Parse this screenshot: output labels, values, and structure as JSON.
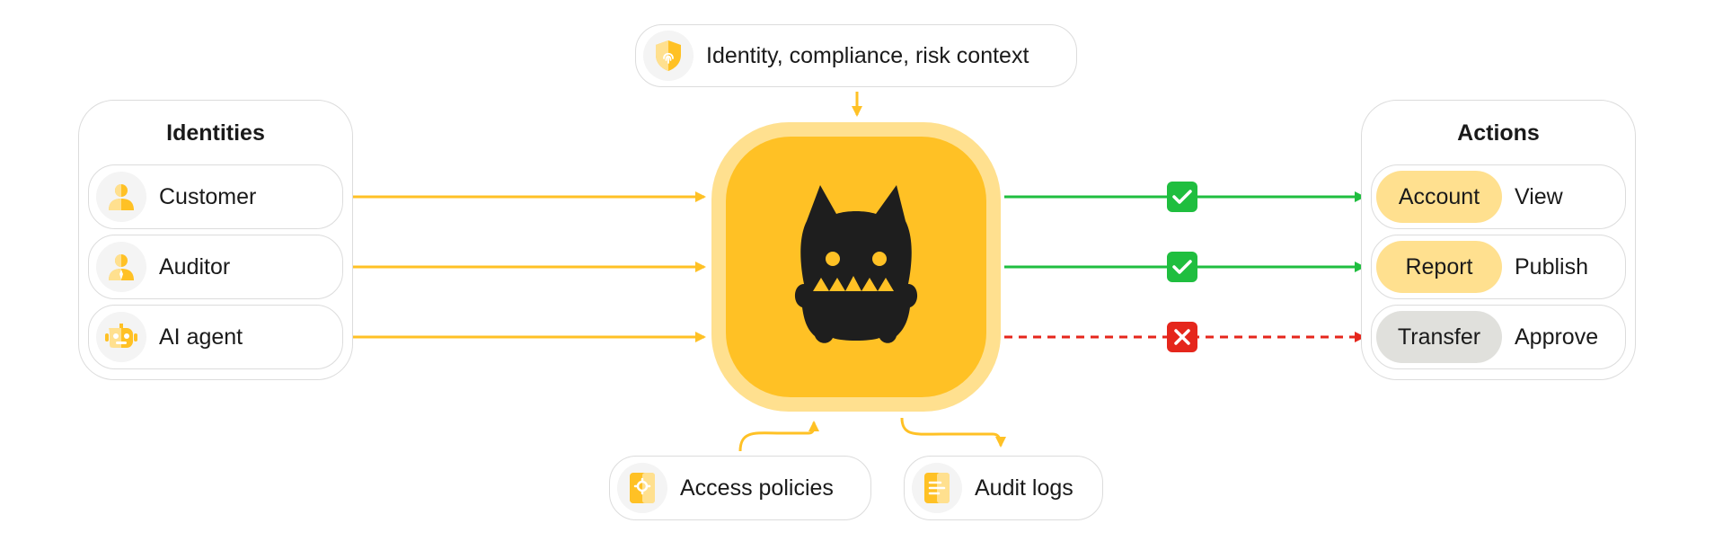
{
  "context": {
    "label": "Identity, compliance, risk context",
    "icon": "shield-fingerprint-icon"
  },
  "identities": {
    "title": "Identities",
    "items": [
      {
        "label": "Customer",
        "icon": "person-icon"
      },
      {
        "label": "Auditor",
        "icon": "auditor-icon"
      },
      {
        "label": "AI agent",
        "icon": "robot-icon"
      }
    ]
  },
  "center": {
    "icon": "monster-mascot-icon"
  },
  "decisions": [
    {
      "result": "allowed",
      "icon": "check-icon",
      "color": "#1fbe3f"
    },
    {
      "result": "allowed",
      "icon": "check-icon",
      "color": "#1fbe3f"
    },
    {
      "result": "denied",
      "icon": "x-icon",
      "color": "#e5261c"
    }
  ],
  "actions": {
    "title": "Actions",
    "items": [
      {
        "resource": "Account",
        "action": "View",
        "tag_color": "#ffe08f"
      },
      {
        "resource": "Report",
        "action": "Publish",
        "tag_color": "#ffe08f"
      },
      {
        "resource": "Transfer",
        "action": "Approve",
        "tag_color": "#e0e0dc"
      }
    ]
  },
  "bottom": {
    "policies": {
      "label": "Access policies",
      "icon": "policy-doc-icon"
    },
    "logs": {
      "label": "Audit logs",
      "icon": "log-doc-icon"
    }
  },
  "colors": {
    "accent": "#ffc125",
    "accent_light": "#ffe08f",
    "allow": "#1fbe3f",
    "deny": "#e5261c"
  }
}
